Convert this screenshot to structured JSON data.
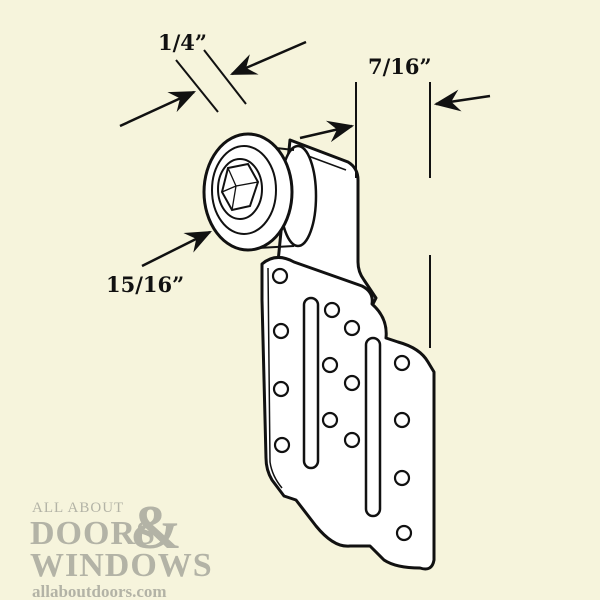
{
  "dimensions": {
    "wheel_width": "1/4”",
    "plate_offset": "7/16”",
    "wheel_diameter": "15/16”"
  },
  "watermark": {
    "line1": "ALL ABOUT",
    "line2": "DOORS",
    "ampersand": "&",
    "line3": "WINDOWS",
    "url": "allaboutdoors.com"
  },
  "colors": {
    "background": "#f6f4dc",
    "line": "#111111",
    "watermark": "#b3b3a6"
  }
}
